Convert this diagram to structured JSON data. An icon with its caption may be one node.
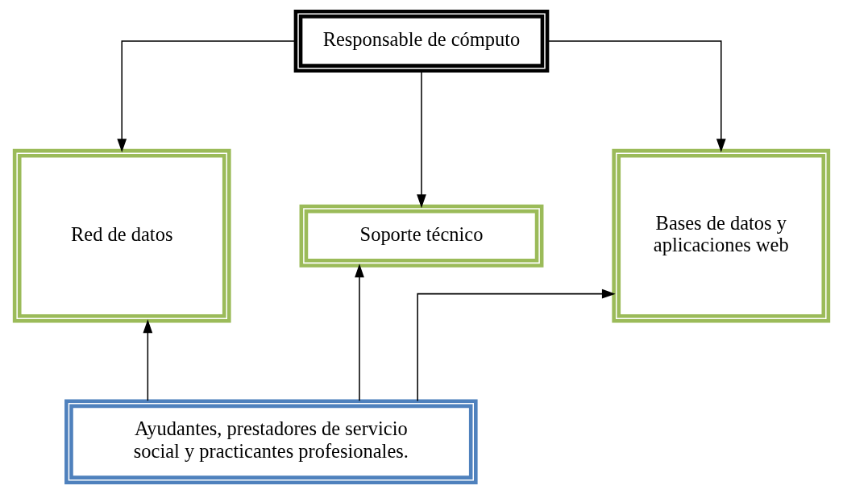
{
  "diagram": {
    "nodes": [
      {
        "text": [
          "Responsable de cómputo"
        ]
      },
      {
        "text": [
          "Red de datos"
        ]
      },
      {
        "text": [
          "Soporte técnico"
        ]
      },
      {
        "text": [
          "Bases de datos y aplicaciones web"
        ]
      },
      {
        "text": [
          "Ayudantes, prestadores de servicio social y practicantes profesionales."
        ]
      }
    ],
    "edges": [
      {
        "from": 0,
        "to": 1,
        "arrow": "to"
      },
      {
        "from": 0,
        "to": 2,
        "arrow": "to"
      },
      {
        "from": 0,
        "to": 3,
        "arrow": "to"
      },
      {
        "from": 4,
        "to": 2,
        "arrow": "to"
      },
      {
        "from": 4,
        "to": 1,
        "arrow": "to"
      },
      {
        "from": 4,
        "to": 3,
        "arrow": "to"
      }
    ]
  }
}
